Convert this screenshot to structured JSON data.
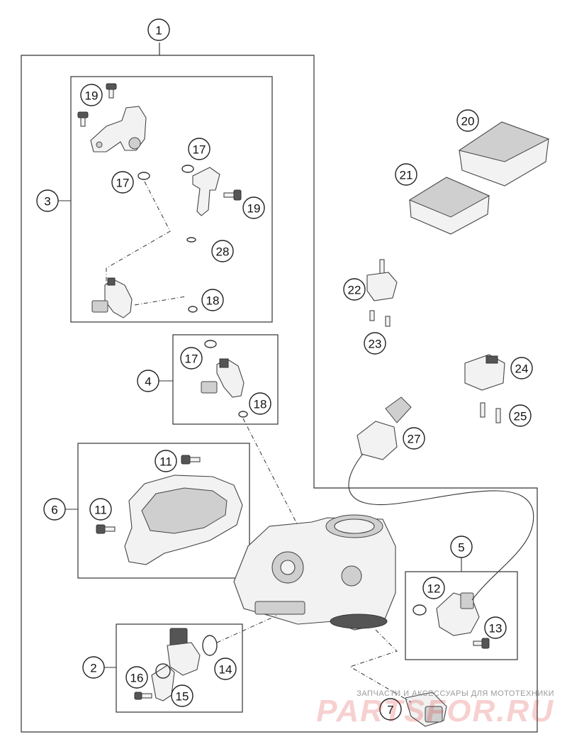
{
  "callouts": [
    "1",
    "2",
    "3",
    "4",
    "5",
    "6",
    "7",
    "11",
    "11",
    "12",
    "13",
    "14",
    "15",
    "16",
    "17",
    "17",
    "17",
    "18",
    "18",
    "19",
    "19",
    "20",
    "21",
    "22",
    "23",
    "24",
    "25",
    "27",
    "28"
  ],
  "watermark": {
    "tagline": "ЗАПЧАСТИ И АКСЕССУАРЫ ДЛЯ МОТОТЕХНИКИ",
    "logo": "PARTSFOR.RU",
    "color": "#dc2828"
  },
  "colors": {
    "line": "#333333",
    "fill": "#f2f2f2"
  }
}
